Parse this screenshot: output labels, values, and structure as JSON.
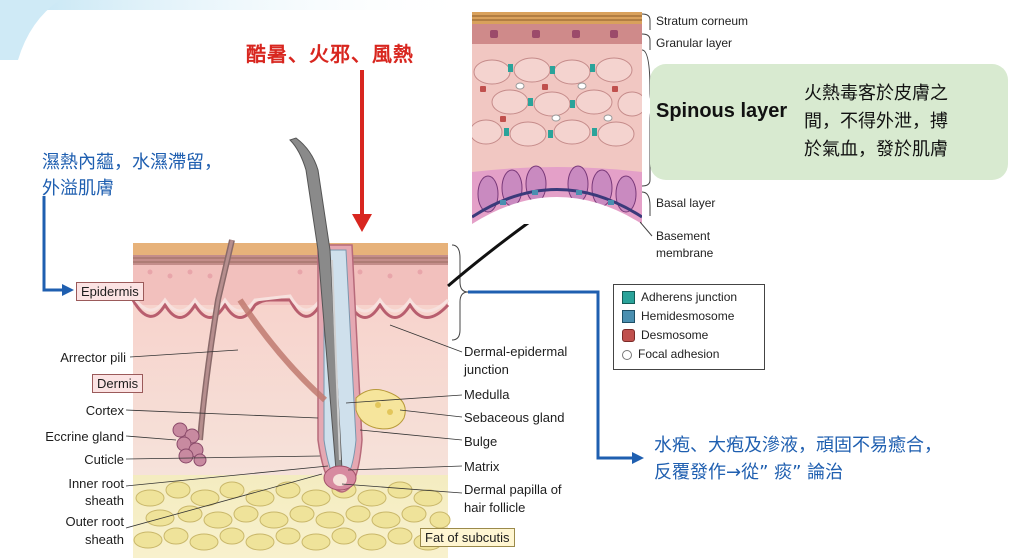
{
  "top_red_text": "酷暑、火邪、風熱",
  "left_blue_text": {
    "line1": "濕熱內蘊，水濕滯留，",
    "line2": "外溢肌膚"
  },
  "right_blue_text": {
    "line1": "水疱、大疱及滲液，頑固不易癒合，",
    "line2": "反覆發作→從” 痰” 論治"
  },
  "green_box": {
    "title": "Spinous layer",
    "lines": [
      "火熱毒客於皮膚之",
      "間，不得外泄，搏",
      "於氣血，發於肌膚"
    ]
  },
  "inset_layers": {
    "stratum_corneum": "Stratum corneum",
    "granular_layer": "Granular layer",
    "basal_layer": "Basal layer",
    "basement_membrane_1": "Basement",
    "basement_membrane_2": "membrane"
  },
  "legend": [
    {
      "label": "Adherens junction",
      "color": "#2aa39a"
    },
    {
      "label": "Hemidesmosome",
      "color": "#4a8fb0"
    },
    {
      "label": "Desmosome",
      "color": "#c0504d"
    },
    {
      "label": "Focal adhesion",
      "color": "#ffffff"
    }
  ],
  "left_labels": {
    "epidermis": "Epidermis",
    "arrector_pili": "Arrector pili",
    "dermis": "Dermis",
    "cortex": "Cortex",
    "eccrine_gland": "Eccrine gland",
    "cuticle": "Cuticle",
    "inner_root_1": "Inner root",
    "inner_root_2": "sheath",
    "outer_root_1": "Outer root",
    "outer_root_2": "sheath"
  },
  "right_labels": {
    "dej_1": "Dermal-epidermal",
    "dej_2": "junction",
    "medulla": "Medulla",
    "sebaceous": "Sebaceous gland",
    "bulge": "Bulge",
    "matrix": "Matrix",
    "papilla_1": "Dermal papilla of",
    "papilla_2": "hair follicle",
    "fat": "Fat of subcutis"
  },
  "colors": {
    "red_arrow": "#d8261f",
    "blue_arrow": "#1f5fb0",
    "skin_pink": "#f3c9c4",
    "green_box": "#d8ead0"
  }
}
